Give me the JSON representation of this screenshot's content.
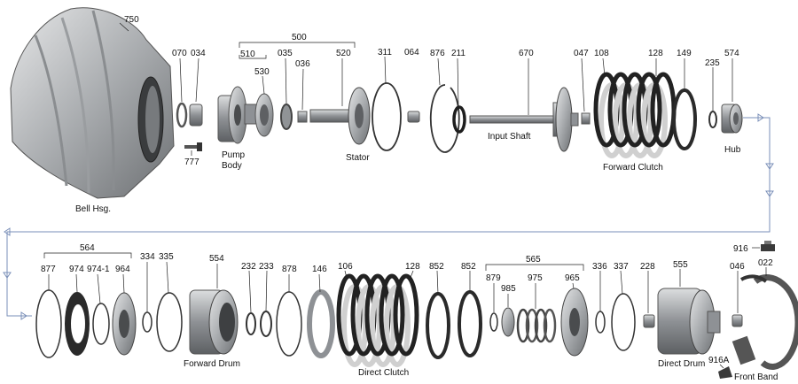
{
  "colors": {
    "metal": "#b9bbbd",
    "metal_dark": "#6f7276",
    "friction": "#2a2a2a",
    "steel": "#d4d4d4",
    "flow": "#7a8fb8"
  },
  "part_numbers": {
    "n750": "750",
    "n070": "070",
    "n034": "034",
    "n777": "777",
    "n510": "510",
    "n530": "530",
    "n500": "500",
    "n035": "035",
    "n036": "036",
    "n520": "520",
    "n311": "311",
    "n064": "064",
    "n876": "876",
    "n211": "211",
    "n670": "670",
    "n047": "047",
    "n108": "108",
    "n128a": "128",
    "n149": "149",
    "n235": "235",
    "n574": "574",
    "n564": "564",
    "n877": "877",
    "n974": "974",
    "n974_1": "974-1",
    "n964": "964",
    "n334": "334",
    "n335": "335",
    "n554": "554",
    "n232": "232",
    "n233": "233",
    "n878": "878",
    "n146": "146",
    "n106": "106",
    "n128b": "128",
    "n852a": "852",
    "n852b": "852",
    "n565": "565",
    "n879": "879",
    "n985": "985",
    "n975": "975",
    "n965": "965",
    "n336": "336",
    "n337": "337",
    "n228": "228",
    "n555": "555",
    "n916": "916",
    "n046": "046",
    "n022": "022",
    "n916a": "916A"
  },
  "labels": {
    "bell": "Bell Hsg.",
    "pump_line1": "Pump",
    "pump_line2": "Body",
    "stator": "Stator",
    "input_shaft": "Input Shaft",
    "forward_clutch": "Forward Clutch",
    "hub": "Hub",
    "forward_drum": "Forward Drum",
    "direct_clutch": "Direct Clutch",
    "direct_drum": "Direct Drum",
    "front_band": "Front Band"
  }
}
